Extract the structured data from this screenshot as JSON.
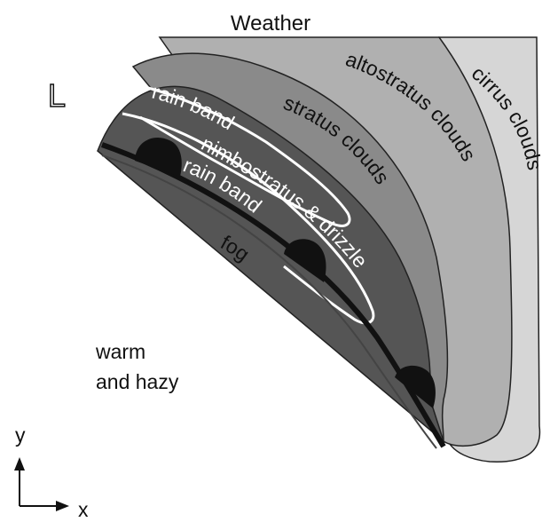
{
  "title": "Weather",
  "pressure_symbol": "L",
  "band_labels": {
    "cirrus": "cirrus clouds",
    "altostratus": "altostratus clouds",
    "stratus": "stratus clouds",
    "rain_band_upper": "rain band",
    "nimbostratus": "nimbostratus & drizzle",
    "rain_band_lower": "rain band",
    "fog": "fog"
  },
  "warm_sector": {
    "line1": "warm",
    "line2": "and hazy"
  },
  "axes": {
    "x": "x",
    "y": "y"
  },
  "colors": {
    "cirrus": "#d6d6d6",
    "altostratus": "#b0b0b0",
    "stratus": "#8a8a8a",
    "nimbostratus": "#555555",
    "rain_band": "#444444",
    "front_line": "#111111"
  }
}
